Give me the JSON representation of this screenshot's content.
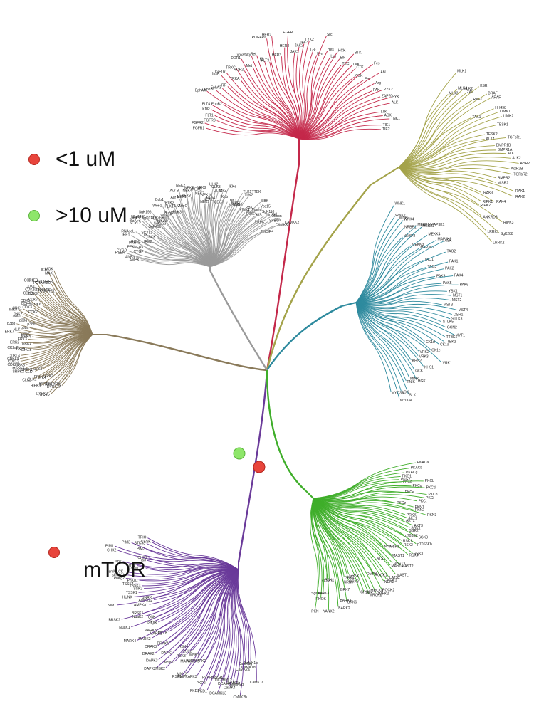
{
  "legend": {
    "items": [
      {
        "label": "<1 uM",
        "color": "#e8453c"
      },
      {
        "label": ">10 uM",
        "color": "#8ee66a"
      },
      {
        "label": "mTOR",
        "color": "#e8453c"
      }
    ]
  },
  "markers": [
    {
      "name": "strong-inhibition-marker",
      "color": "#e8453c"
    },
    {
      "name": "weak-inhibition-marker",
      "color": "#8ee66a"
    }
  ],
  "groups": {
    "TK": {
      "color": "#c4284a",
      "labels": [
        "FGFR1",
        "FGFR2",
        "FGFR3",
        "FLT1",
        "KDR",
        "FLT4",
        "EphB2",
        "EphA4",
        "EphB1",
        "EphA3",
        "IRR",
        "InsR",
        "IGF1R",
        "TRKA",
        "TRKC",
        "ROR2",
        "DDR1",
        "Met",
        "Tyro3/Sky",
        "Ret",
        "Kit",
        "FLT3",
        "PDGFRa",
        "HER2",
        "HER3",
        "HER4",
        "EGFR",
        "JAK1",
        "JAK2",
        "JAK3",
        "TYK2",
        "Lck",
        "Fyn",
        "Src",
        "Yes",
        "Lyn",
        "HCK",
        "Blk",
        "TEC",
        "BTK",
        "TXK",
        "CTK",
        "CSK",
        "Fes",
        "Fer",
        "Abl",
        "Arg",
        "FAK",
        "PYK2",
        "ZAP70",
        "SYK",
        "ALK",
        "LTK",
        "ACK",
        "TNK1",
        "TIE1",
        "TIE2"
      ]
    },
    "TKL": {
      "color": "#a4a34a",
      "labels": [
        "MLK1",
        "MLK3",
        "MLK4",
        "MLK2",
        "ZAK",
        "KSR",
        "RAF1",
        "BRAF",
        "ARAF",
        "TAK1",
        "HH498",
        "LIMK1",
        "LIMK2",
        "TESK1",
        "TESK2",
        "ALK4",
        "TGFbR1",
        "BMPR1B",
        "BMPR1A",
        "ALK1",
        "ALK2",
        "ActR2",
        "ActR2B",
        "TGFbR2",
        "BMPR2",
        "MISR2",
        "IRAK1",
        "IRAK2",
        "IRAK3",
        "IRAK4",
        "RIPK1",
        "RIPK2",
        "RIPK3",
        "ANKRD3",
        "SgK288",
        "LRRK1",
        "LRRK2"
      ]
    },
    "STE": {
      "color": "#2e8a9e",
      "labels": [
        "WNK1",
        "WNK2",
        "WNK3",
        "WNK4",
        "NRBP1",
        "NRBP2",
        "MEKK1/MAP3K1",
        "MEKK2",
        "MEKK3",
        "MEKK4",
        "MAP3K7",
        "MAP3K8",
        "ASK",
        "TAO1",
        "TAO2",
        "TAO3",
        "PAK1",
        "PAK2",
        "PAK3",
        "PAK4",
        "PAK5",
        "PAK6",
        "YSK1",
        "MST1",
        "MST2",
        "MST3",
        "MST4",
        "OSR1",
        "STLK3",
        "STLK5",
        "GCN2",
        "MYT1",
        "TTBK1",
        "TTBK2",
        "CK1a",
        "CK1d",
        "CK1e",
        "VRK1",
        "VRK2",
        "VRK3",
        "KHS1",
        "KHS2",
        "GCK",
        "HGK",
        "MINK",
        "TNIK",
        "SLK",
        "LOK",
        "MYO3A",
        "MYO3B"
      ]
    },
    "CMGC": {
      "color": "#8a7a5a",
      "labels": [
        "DYRK1A",
        "DYRK1B",
        "DYRK2",
        "DYRK3",
        "DYRK4",
        "HIPK1",
        "HIPK2",
        "HIPK3",
        "HIPK4",
        "PRP4",
        "CLK1",
        "CLK2",
        "CLK3",
        "CLK4",
        "SRPK1",
        "SRPK2",
        "MSSK1",
        "GSK3",
        "CDKL1",
        "CDKL2",
        "CDKL3",
        "CDKL4",
        "CDKL5",
        "CK2a1",
        "CK2a2",
        "ERK1",
        "ERK2",
        "ERK3",
        "ERK4",
        "ERK5",
        "ERK7",
        "NLK",
        "p38a",
        "p38b",
        "p38d",
        "p38g",
        "JNK1",
        "JNK2",
        "JNK3",
        "CDK1",
        "CDK2",
        "CDK3",
        "CDK4",
        "CDK5",
        "CDK6",
        "CDK7",
        "CDK8",
        "CDK9",
        "CDK10",
        "CDK11",
        "CCRK",
        "CHED",
        "PITSLRE",
        "PCTAIRE1",
        "PCTAIRE2",
        "PCTAIRE3",
        "ICK",
        "MAK",
        "MOK"
      ]
    },
    "Other": {
      "color": "#9a9a9a",
      "labels": [
        "AMPK",
        "ANPa",
        "HSER",
        "CYGD",
        "CYGF",
        "PEK",
        "PERK",
        "PKR",
        "GCN2",
        "IRE1",
        "IRE2",
        "RNAseL",
        "TTK",
        "TBCK",
        "SCYL1",
        "SCYL2",
        "SCYL3",
        "Haspin",
        "SgK493",
        "SgK496",
        "SgK071",
        "SgK196",
        "SgK223",
        "SgK269",
        "SgK307",
        "Slob",
        "Wee1",
        "Wee1B",
        "Bub1",
        "BubR1",
        "PLK1",
        "PLK2",
        "PLK3",
        "PLK4",
        "Aur A",
        "Aur B",
        "Aur C",
        "NEK1",
        "NEK2",
        "NEK3",
        "NEK4",
        "NEK5",
        "NEK6",
        "NEK7",
        "NEK8",
        "NEK9",
        "NEK10",
        "NEK11",
        "ULK1",
        "ULK2",
        "ULK3",
        "ULK4",
        "CDC7",
        "IKKa",
        "IKKb",
        "IKKe",
        "TBK1",
        "MPSK1",
        "BIKE",
        "AAK1",
        "GAK",
        "TLK1",
        "TLK2",
        "PINK1",
        "TTBK",
        "PBK",
        "MLKL",
        "RIPK4",
        "Fused",
        "SBK",
        "Vps15",
        "KIS",
        "SgK110",
        "PRPK",
        "Trio",
        "Trad",
        "Obscn",
        "SPEG",
        "TTN",
        "PIK3R4",
        "CAMKK1",
        "CAMKK2"
      ]
    },
    "CAMK": {
      "color": "#6a3a9a",
      "labels": [
        "CaMK1a",
        "CaMK1b",
        "CaMK1d",
        "CaMK1g",
        "CaMK2a",
        "CaMK2b",
        "CaMK2d",
        "CaMK2g",
        "CaMK4",
        "DCAMKL1",
        "DCAMKL2",
        "DCAMKL3",
        "PSKH1",
        "PSKH2",
        "PKD1",
        "PKD2",
        "PKD3",
        "MAPKAPK2",
        "MAPKAPK3",
        "MAPKAPK5",
        "MNK1",
        "MNK2",
        "RSK1",
        "RSK2",
        "RSK3",
        "RSK4",
        "MSK1",
        "MSK2",
        "DAPK1",
        "DAPK2",
        "DAPK3",
        "DRAK1",
        "DRAK2",
        "DRAK3",
        "MELK",
        "MARK1",
        "MARK2",
        "MARK3",
        "MARK4",
        "QIK",
        "SIK",
        "QSK",
        "NuaK1",
        "NuaK2",
        "BRSK1",
        "BRSK2",
        "AMPKa1",
        "AMPKa2",
        "SNRK",
        "NIM1",
        "HUNK",
        "TSSK1",
        "TSSK2",
        "TSSK3",
        "TSSK4",
        "PhKg1",
        "PhKg2",
        "skMLCK",
        "smMLCK",
        "caMLCK",
        "Trb1",
        "Trb2",
        "Trb3",
        "CHK1",
        "CHK2",
        "PIM1",
        "PIM2",
        "PIM3",
        "STK33",
        "CASK",
        "TRIO"
      ]
    },
    "AGC": {
      "color": "#3fae2a",
      "labels": [
        "PKACa",
        "PKACb",
        "PKACg",
        "PKG1",
        "PKG2",
        "PKCa",
        "PKCb",
        "PKCg",
        "PKCd",
        "PKCe",
        "PKCh",
        "PKCi",
        "PKCt",
        "PKCz",
        "PKN1",
        "PKN2",
        "PKN3",
        "PRKX",
        "AKT1",
        "AKT2",
        "AKT3",
        "SGK1",
        "SGK2",
        "SGK3",
        "p70S6K",
        "p70S6Kb",
        "RSK1",
        "RSK2",
        "RSK3",
        "RSK4",
        "MSK1",
        "MSK2",
        "MAST1",
        "MAST2",
        "MAST3",
        "MAST4",
        "MASTL",
        "LATS1",
        "LATS2",
        "NDR1",
        "NDR2",
        "ROCK1",
        "ROCK2",
        "DMPK",
        "DMPK2",
        "MRCKa",
        "MRCKb",
        "CRIK",
        "GRK1",
        "GRK2",
        "GRK3",
        "GRK4",
        "GRK5",
        "GRK6",
        "GRK7",
        "BARK1",
        "BARK2",
        "PDK1",
        "YANK1",
        "YANK2",
        "YANK3",
        "RHOK",
        "SgK494",
        "PKN"
      ]
    }
  }
}
